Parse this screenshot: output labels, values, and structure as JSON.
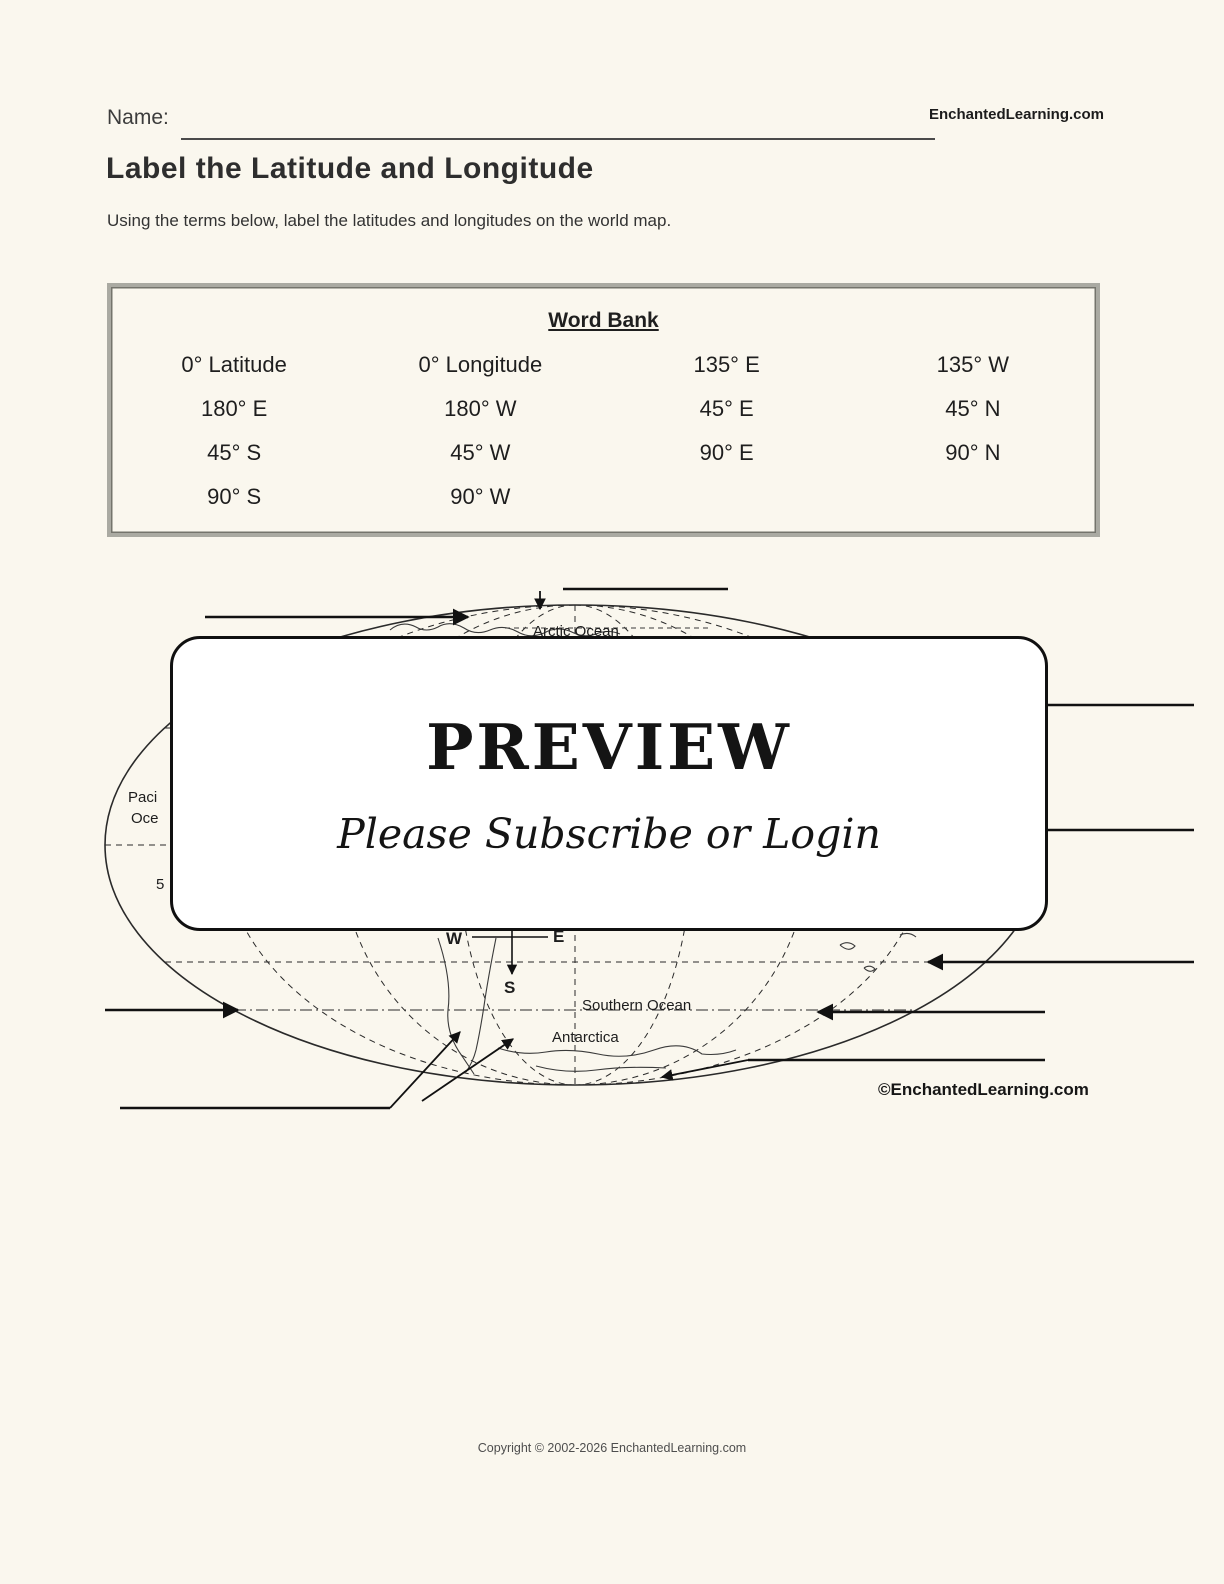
{
  "page": {
    "name_label": "Name:",
    "site": "EnchantedLearning.com",
    "title": "Label the Latitude and Longitude",
    "instructions": "Using the terms below, label the latitudes and longitudes on the world map.",
    "map_credit": "©EnchantedLearning.com",
    "footer": "Copyright © 2002-2026 EnchantedLearning.com"
  },
  "word_bank": {
    "title": "Word Bank",
    "terms": [
      "0° Latitude",
      "0° Longitude",
      "135° E",
      "135° W",
      "180° E",
      "180° W",
      "45° E",
      "45° N",
      "45° S",
      "45° W",
      "90° E",
      "90° N",
      "90° S",
      "90° W"
    ]
  },
  "preview": {
    "title": "PREVIEW",
    "subtitle": "Please Subscribe or Login"
  },
  "map": {
    "labels": {
      "arctic_ocean": "Arctic Ocean",
      "pacific_partial_1": "Paci",
      "pacific_partial_2": "Oce",
      "partial_number": "5",
      "southern_ocean": "Southern Ocean",
      "antarctica": "Antarctica"
    },
    "compass": {
      "w": "W",
      "e": "E",
      "s": "S"
    }
  }
}
